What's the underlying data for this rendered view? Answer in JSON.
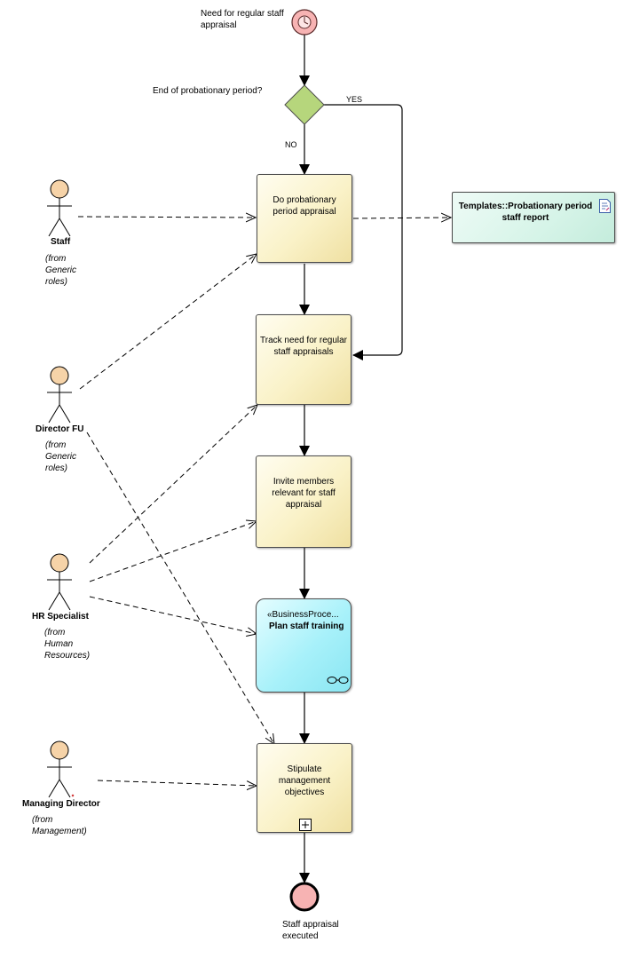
{
  "start_event": {
    "label": "Need for regular staff appraisal"
  },
  "gateway": {
    "question": "End of probationary period?",
    "yes_label": "YES",
    "no_label": "NO"
  },
  "tasks": [
    {
      "label": "Do probationary period appraisal"
    },
    {
      "label": "Track need for regular staff appraisals"
    },
    {
      "label": "Invite members relevant for staff appraisal"
    },
    {
      "stereotype": "«BusinessProce...",
      "label": "Plan staff training"
    },
    {
      "label": "Stipulate management objectives"
    }
  ],
  "artifact": {
    "label": "Templates::Probationary period staff report"
  },
  "end_event": {
    "label": "Staff appraisal executed"
  },
  "actors": [
    {
      "name": "Staff",
      "from": "(from Generic roles)"
    },
    {
      "name": "Director FU",
      "from": "(from Generic roles)"
    },
    {
      "name": "HR Specialist",
      "from": "(from Human Resources)"
    },
    {
      "name": "Managing Director",
      "from": "(from Management)"
    }
  ],
  "colors": {
    "task_fill": "#faf2c8",
    "business_process_fill": "#a8f1fa",
    "artifact_fill": "#d6f4e8",
    "gateway_fill": "#b6d67c",
    "event_fill": "#f7b3b3",
    "actor_fill": "#f6d3a8"
  }
}
